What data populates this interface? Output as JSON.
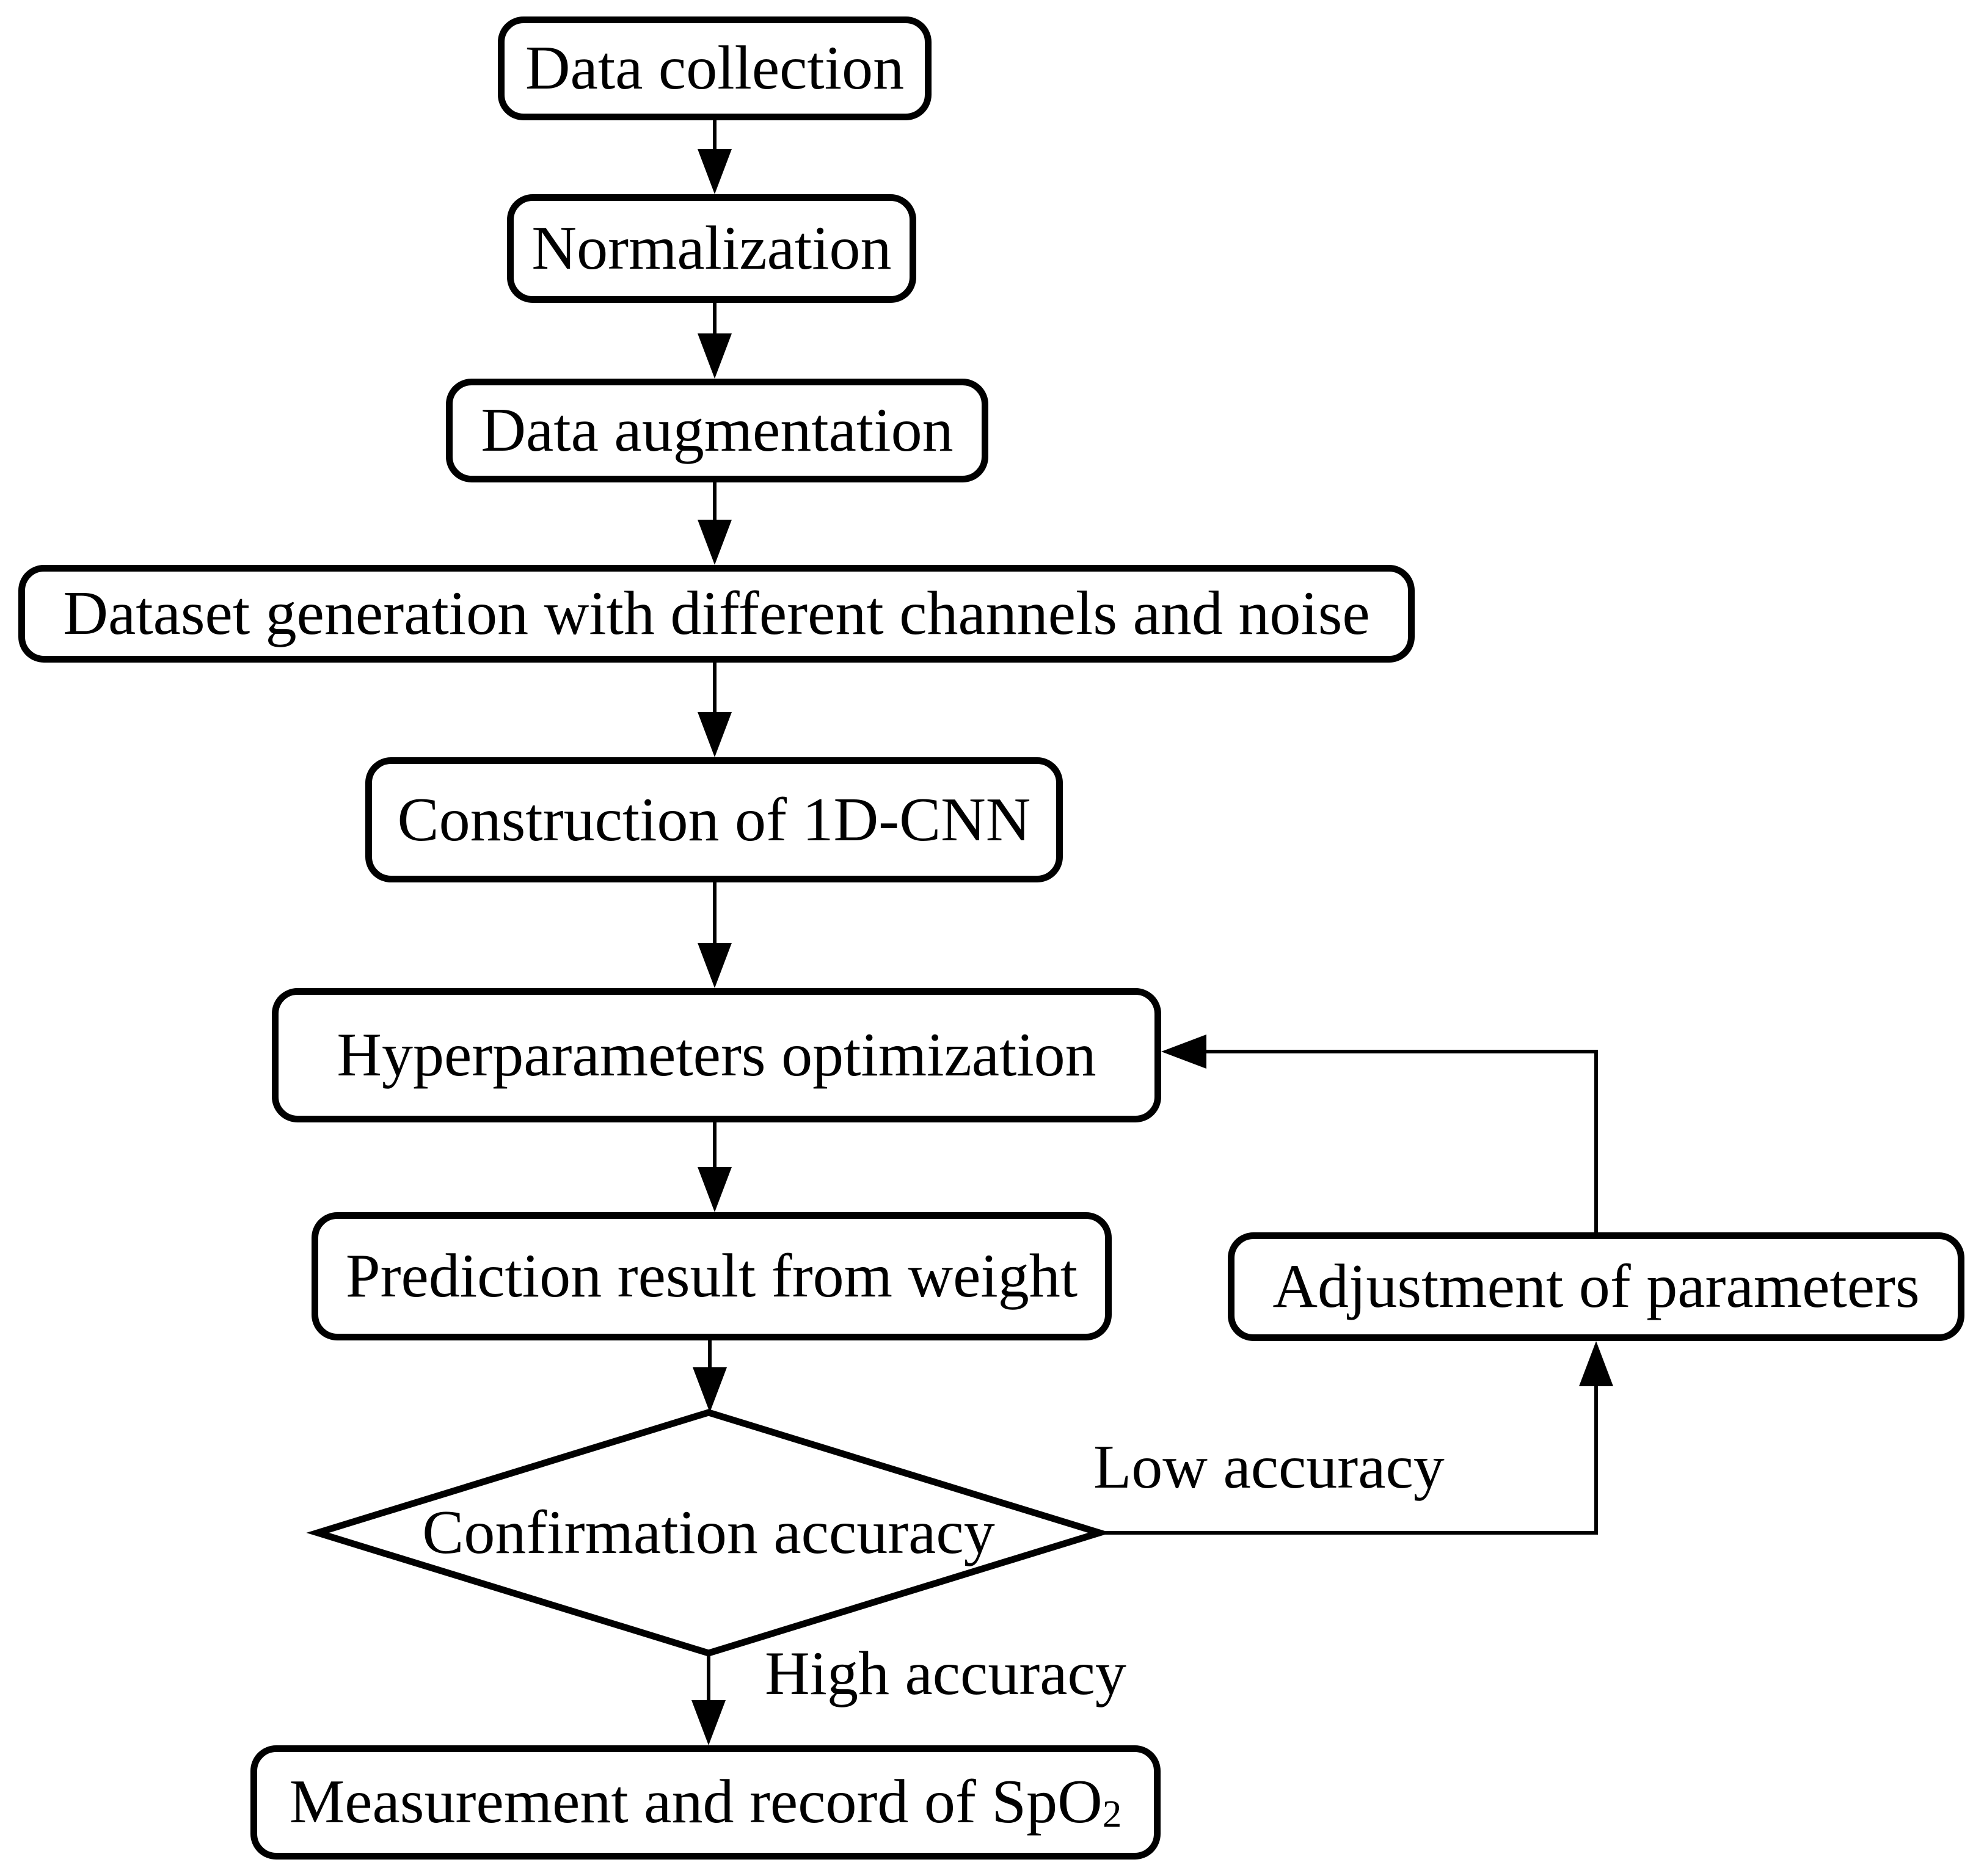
{
  "figure_type": "flowchart",
  "colors": {
    "stroke": "#000000",
    "text": "#000000",
    "background": "#ffffff"
  },
  "nodes": [
    {
      "id": "data-collection",
      "shape": "rounded-rect",
      "label": "Data collection"
    },
    {
      "id": "normalization",
      "shape": "rounded-rect",
      "label": "Normalization"
    },
    {
      "id": "data-augmentation",
      "shape": "rounded-rect",
      "label": "Data augmentation"
    },
    {
      "id": "dataset-generation",
      "shape": "rounded-rect",
      "label": "Dataset generation with different channels and noise"
    },
    {
      "id": "construction-1d-cnn",
      "shape": "rounded-rect",
      "label": "Construction of 1D-CNN"
    },
    {
      "id": "hyperparameters-optimization",
      "shape": "rounded-rect",
      "label": "Hyperparameters optimization"
    },
    {
      "id": "prediction-result",
      "shape": "rounded-rect",
      "label": "Prediction result from weight"
    },
    {
      "id": "confirmation-accuracy",
      "shape": "diamond",
      "label": "Confirmation accuracy"
    },
    {
      "id": "adjustment-of-parameters",
      "shape": "rounded-rect",
      "label": "Adjustment of parameters"
    },
    {
      "id": "measurement-spo2",
      "shape": "rounded-rect",
      "label": "Measurement and record of SpO",
      "sub": "2"
    }
  ],
  "edges": [
    {
      "from": "data-collection",
      "to": "normalization",
      "label": ""
    },
    {
      "from": "normalization",
      "to": "data-augmentation",
      "label": ""
    },
    {
      "from": "data-augmentation",
      "to": "dataset-generation",
      "label": ""
    },
    {
      "from": "dataset-generation",
      "to": "construction-1d-cnn",
      "label": ""
    },
    {
      "from": "construction-1d-cnn",
      "to": "hyperparameters-optimization",
      "label": ""
    },
    {
      "from": "hyperparameters-optimization",
      "to": "prediction-result",
      "label": ""
    },
    {
      "from": "prediction-result",
      "to": "confirmation-accuracy",
      "label": ""
    },
    {
      "from": "confirmation-accuracy",
      "to": "measurement-spo2",
      "label": "High accuracy"
    },
    {
      "from": "confirmation-accuracy",
      "to": "adjustment-of-parameters",
      "label": "Low accuracy"
    },
    {
      "from": "adjustment-of-parameters",
      "to": "hyperparameters-optimization",
      "label": ""
    }
  ]
}
